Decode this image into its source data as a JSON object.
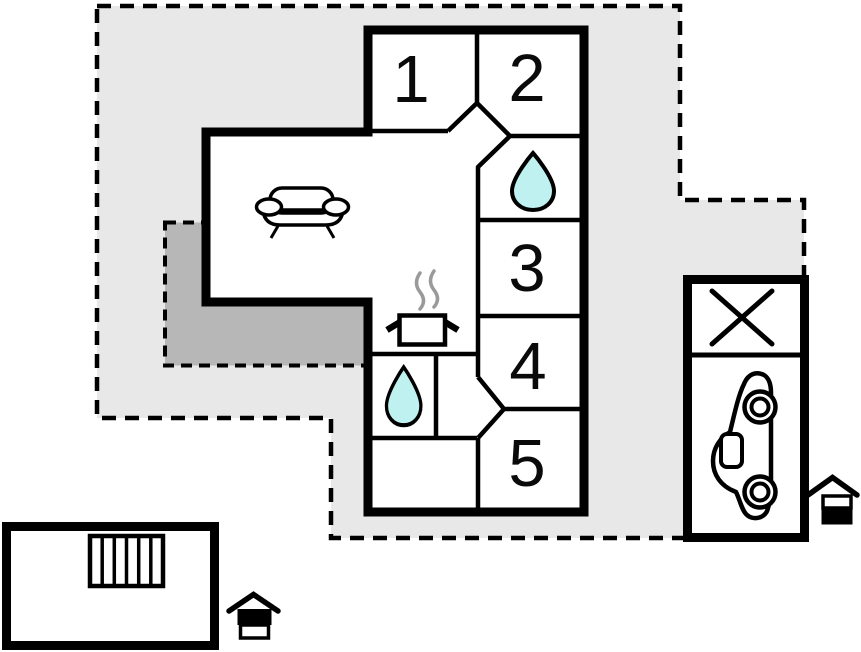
{
  "floorplan": {
    "rooms": [
      {
        "label": "1"
      },
      {
        "label": "2"
      },
      {
        "label": "3"
      },
      {
        "label": "4"
      },
      {
        "label": "5"
      }
    ],
    "icons": [
      {
        "name": "sofa-icon"
      },
      {
        "name": "stove-pot-icon"
      },
      {
        "name": "steam-icon"
      },
      {
        "name": "water-drop-icon-large"
      },
      {
        "name": "water-drop-icon-small"
      },
      {
        "name": "cross-icon"
      },
      {
        "name": "car-icon"
      },
      {
        "name": "stairs-icon"
      },
      {
        "name": "house-floor-indicator-top-filled-icon"
      },
      {
        "name": "house-floor-indicator-bottom-filled-icon"
      }
    ],
    "colors": {
      "background": "#ffffff",
      "plot_fill": "#e8e8e8",
      "terrace_fill": "#b7b7b7",
      "water_fill": "#bff1f1",
      "steam": "#9a9a9a",
      "wall": "#000000"
    }
  }
}
